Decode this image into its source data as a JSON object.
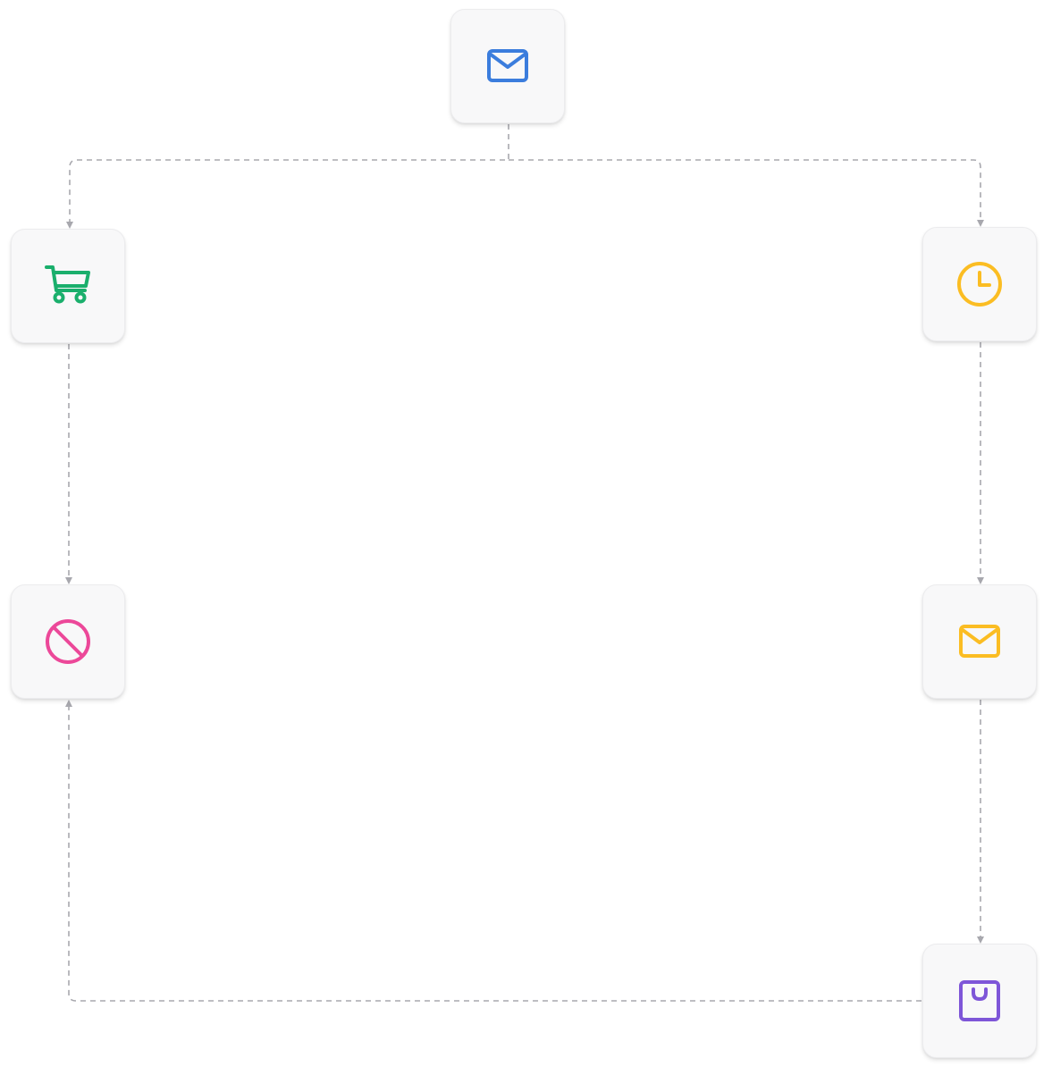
{
  "diagram": {
    "nodes": [
      {
        "id": "email-top",
        "icon": "mail-icon",
        "color": "#3b7ddd"
      },
      {
        "id": "cart",
        "icon": "shopping-cart-icon",
        "color": "#1aaf6c"
      },
      {
        "id": "clock",
        "icon": "clock-icon",
        "color": "#fbbd23"
      },
      {
        "id": "blocked",
        "icon": "ban-icon",
        "color": "#ec4899"
      },
      {
        "id": "email-right",
        "icon": "mail-icon",
        "color": "#fbbd23"
      },
      {
        "id": "bag",
        "icon": "shopping-bag-icon",
        "color": "#7e56d8"
      }
    ],
    "edges": [
      {
        "from": "email-top",
        "to": "cart"
      },
      {
        "from": "email-top",
        "to": "clock"
      },
      {
        "from": "cart",
        "to": "blocked"
      },
      {
        "from": "clock",
        "to": "email-right"
      },
      {
        "from": "email-right",
        "to": "bag"
      },
      {
        "from": "bag",
        "to": "blocked"
      }
    ],
    "connector_color": "#a8a8ae",
    "node_background": "#f8f8f9"
  }
}
